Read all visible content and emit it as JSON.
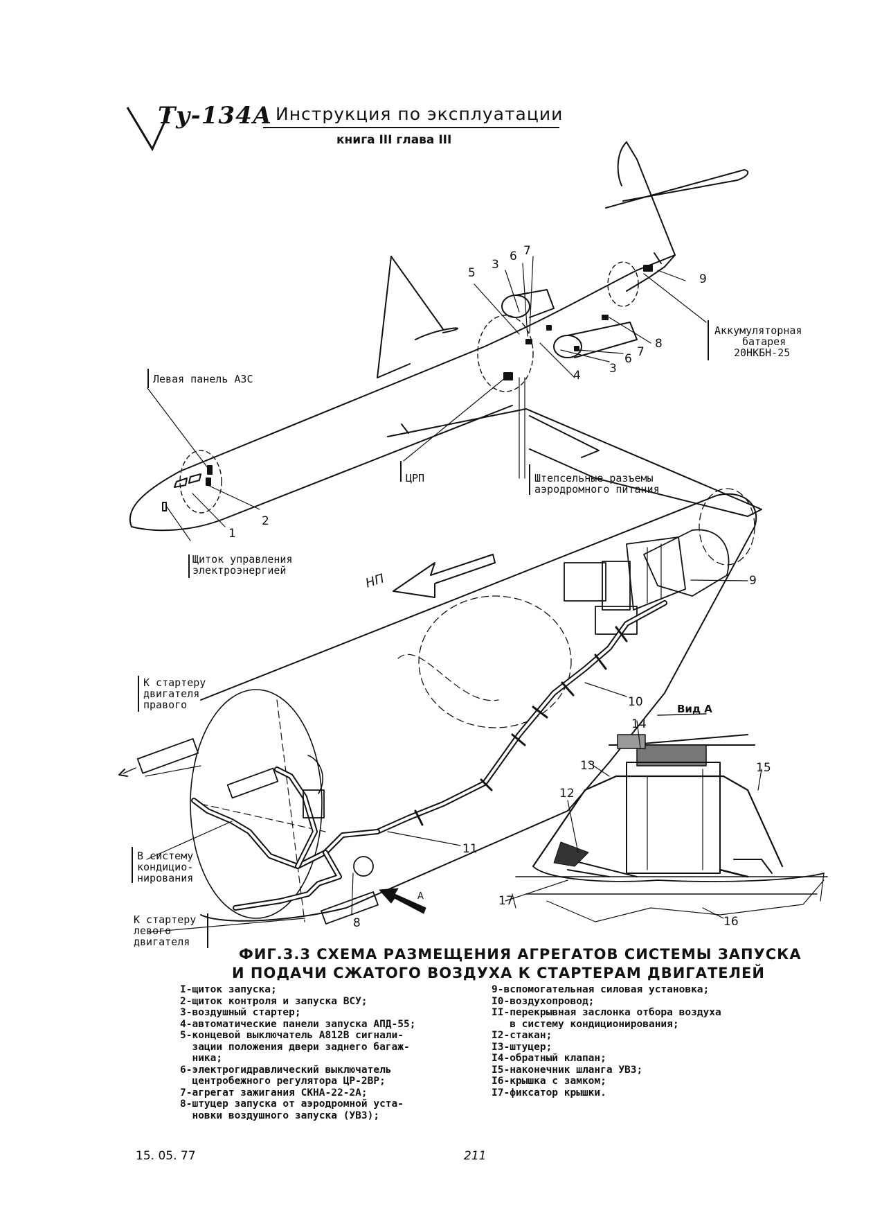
{
  "header": {
    "aircraft": "Ту-134А",
    "title": "Инструкция по эксплуатации",
    "book": "книга III  глава III"
  },
  "top_figure": {
    "labels": {
      "left_panel": "Левая панель АЗС",
      "control_panel": [
        "Щиток управления",
        "электроэнергией"
      ],
      "crp": "ЦРП",
      "ground_power": [
        "Штепсельные разъемы",
        "аэродромного питания"
      ],
      "battery": [
        "Аккумуляторная",
        "батарея",
        "20НКБН-25"
      ]
    },
    "callouts": [
      "1",
      "2",
      "3",
      "4",
      "5",
      "6",
      "7",
      "8",
      "9",
      "3",
      "6",
      "7"
    ]
  },
  "bottom_figure": {
    "direction_label": "НП",
    "labels": {
      "right_starter": [
        "К стартеру",
        "двигателя",
        "правого"
      ],
      "aircon": [
        "В систему",
        "кондицио-",
        "нирования"
      ],
      "left_starter": [
        "К стартеру",
        "левого",
        "двигателя"
      ],
      "view_a": "Вид А",
      "arrow_a": "А"
    },
    "callouts": [
      "8",
      "9",
      "10",
      "11",
      "12",
      "13",
      "14",
      "15",
      "16",
      "17"
    ]
  },
  "caption": {
    "line1": "ФИГ.3.3 СХЕМА РАЗМЕЩЕНИЯ АГРЕГАТОВ СИСТЕМЫ ЗАПУСКА",
    "line2": "И ПОДАЧИ СЖАТОГО ВОЗДУХА К СТАРТЕРАМ ДВИГАТЕЛЕЙ"
  },
  "legend_left": [
    "I-щиток запуска;",
    "2-щиток контроля и запуска ВСУ;",
    "3-воздушный стартер;",
    "4-автоматические панели запуска АПД-55;",
    "5-концевой выключатель А812В сигнали-",
    "  зации положения двери заднего багаж-",
    "  ника;",
    "6-электрогидравлический выключатель",
    "  центробежного регулятора ЦР-2ВР;",
    "7-агрегат зажигания СКНА-22-2А;",
    "8-штуцер запуска от аэродромной уста-",
    "  новки воздушного запуска (УВЗ);"
  ],
  "legend_right": [
    "9-вспомогательная силовая установка;",
    "I0-воздухопровод;",
    "II-перекрывная заслонка отбора воздуха",
    "   в систему кондиционирования;",
    "I2-стакан;",
    "I3-штуцер;",
    "I4-обратный клапан;",
    "I5-наконечник шланга УВЗ;",
    "I6-крышка с замком;",
    "I7-фиксатор крышки."
  ],
  "footer": {
    "date": "15. 05. 77",
    "page": "211"
  }
}
